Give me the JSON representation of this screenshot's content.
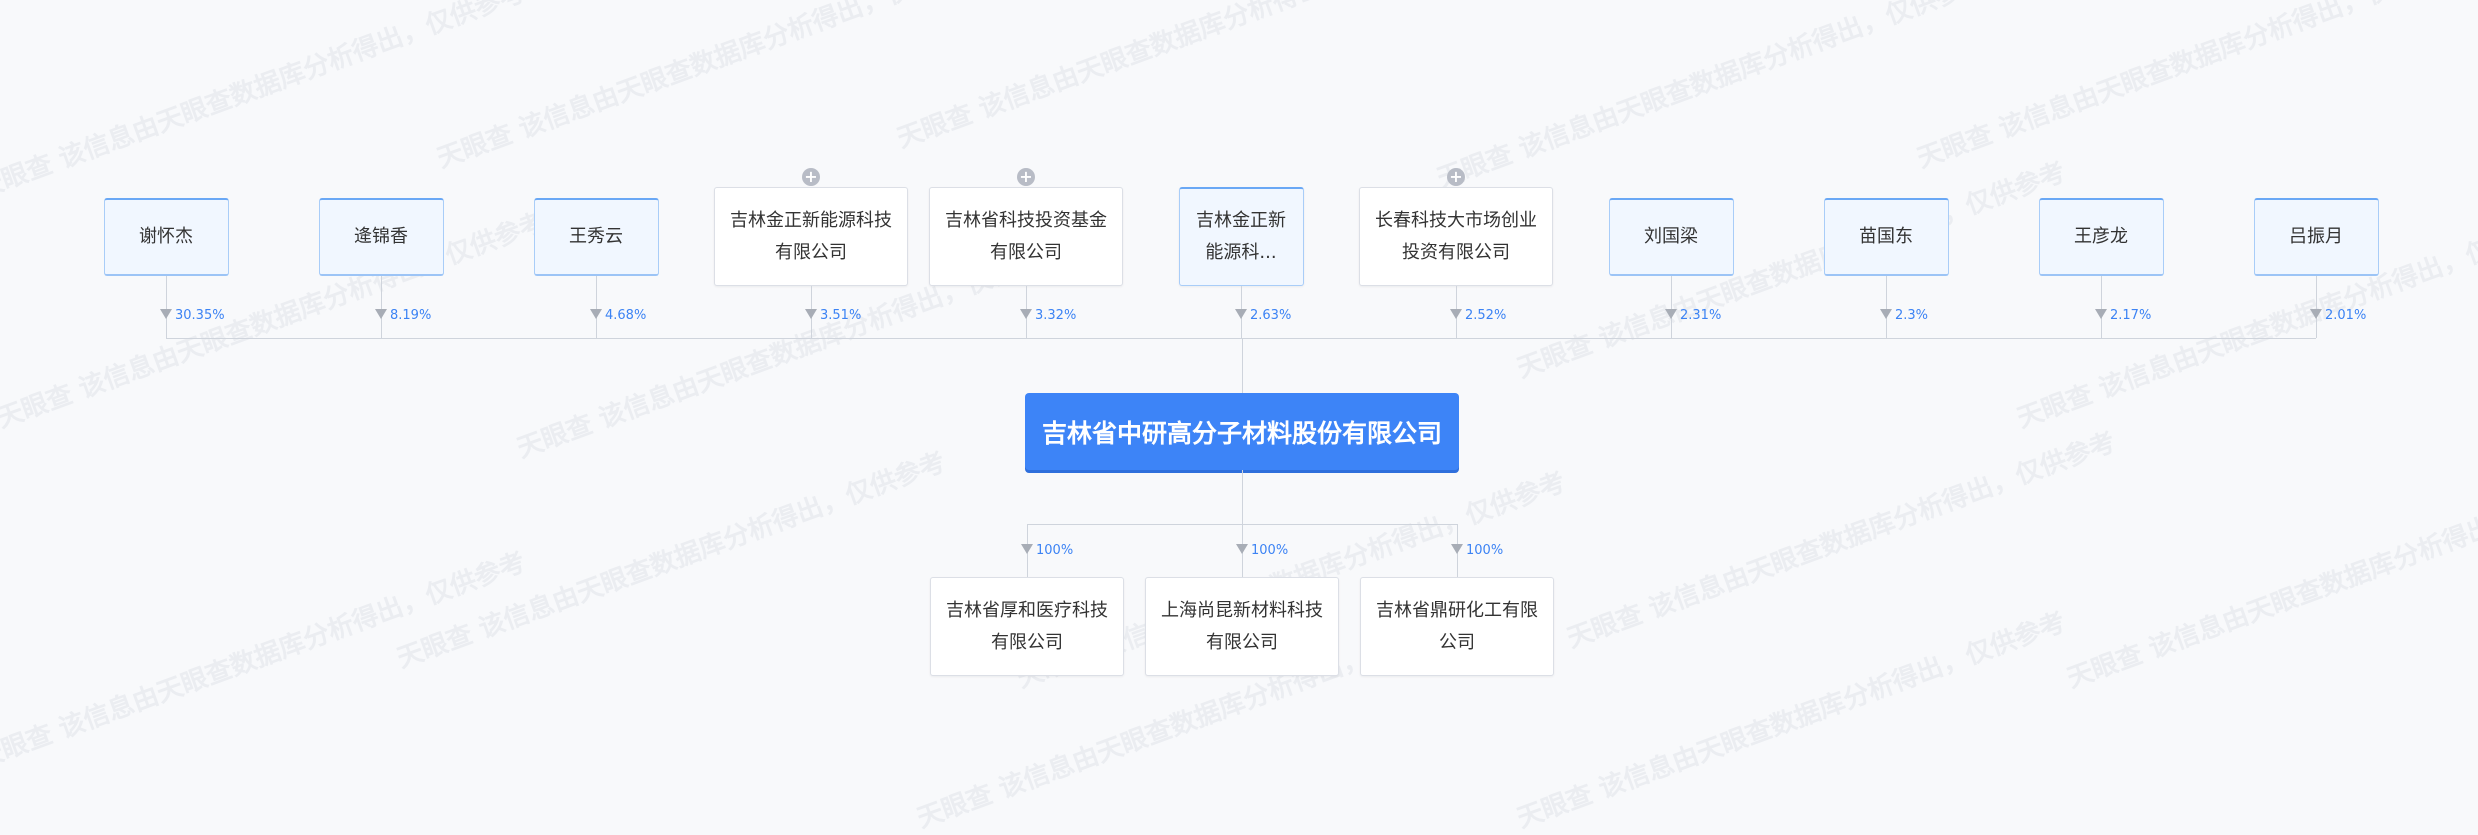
{
  "watermark": "天眼查 该信息由天眼查数据库分析得出，仅供参考",
  "main_company": "吉林省中研高分子材料股份有限公司",
  "shareholders": [
    {
      "name": "谢怀杰",
      "type": "person",
      "percent": "30.35%"
    },
    {
      "name": "逄锦香",
      "type": "person",
      "percent": "8.19%"
    },
    {
      "name": "王秀云",
      "type": "person",
      "percent": "4.68%"
    },
    {
      "name": "吉林金正新能源科技有限公司",
      "type": "company",
      "percent": "3.51%",
      "expandable": true
    },
    {
      "name": "吉林省科技投资基金有限公司",
      "type": "company",
      "percent": "3.32%",
      "expandable": true
    },
    {
      "name": "吉林金正新能源科...",
      "type": "company-hl",
      "percent": "2.63%"
    },
    {
      "name": "长春科技大市场创业投资有限公司",
      "type": "company",
      "percent": "2.52%",
      "expandable": true
    },
    {
      "name": "刘国梁",
      "type": "person",
      "percent": "2.31%"
    },
    {
      "name": "苗国东",
      "type": "person",
      "percent": "2.3%"
    },
    {
      "name": "王彦龙",
      "type": "person",
      "percent": "2.17%"
    },
    {
      "name": "吕振月",
      "type": "person",
      "percent": "2.01%"
    }
  ],
  "subsidiaries": [
    {
      "name": "吉林省厚和医疗科技有限公司",
      "percent": "100%"
    },
    {
      "name": "上海尚昆新材料科技有限公司",
      "percent": "100%"
    },
    {
      "name": "吉林省鼎研化工有限公司",
      "percent": "100%"
    }
  ],
  "icons": {
    "expand": "plus-circle-icon",
    "arrow": "arrow-down-icon"
  },
  "colors": {
    "main": "#3d84f7",
    "percent": "#3c83f4"
  }
}
